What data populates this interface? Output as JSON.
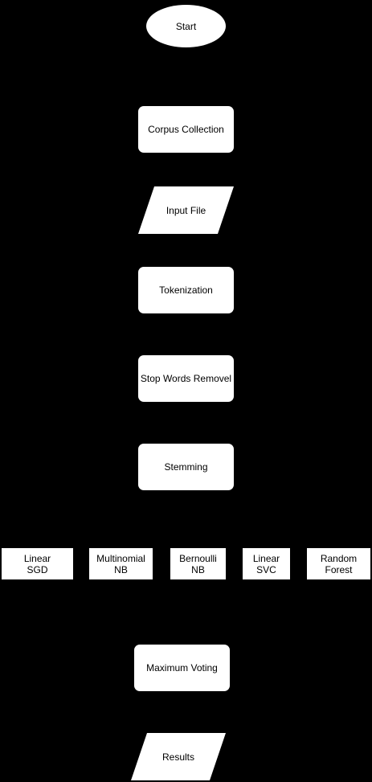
{
  "colors": {
    "background": "#000000",
    "node_fill": "#ffffff",
    "text": "#000000"
  },
  "flowchart": {
    "start": "Start",
    "corpus": "Corpus Collection",
    "input_file": "Input File",
    "tokenization": "Tokenization",
    "stop_words": "Stop Words Removel",
    "stemming": "Stemming",
    "classifiers": {
      "linear_sgd": "Linear\nSGD",
      "multinomial_nb": "Multinomial\nNB",
      "bernoulli_nb": "Bernoulli\nNB",
      "linear_svc": "Linear\nSVC",
      "random_forest": "Random\nForest"
    },
    "voting": "Maximum Voting",
    "results": "Results"
  }
}
